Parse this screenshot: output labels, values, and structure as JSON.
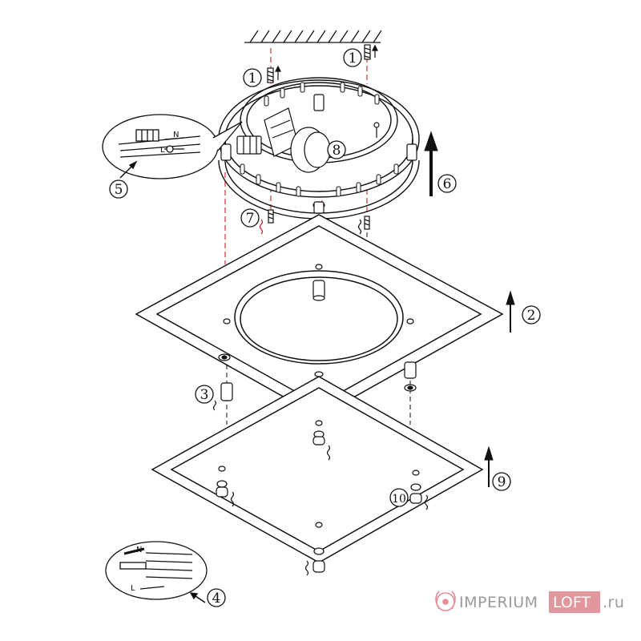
{
  "diagram": {
    "callouts": [
      {
        "id": "c1a",
        "label": "1"
      },
      {
        "id": "c1b",
        "label": "1"
      },
      {
        "id": "c2",
        "label": "2"
      },
      {
        "id": "c3",
        "label": "3"
      },
      {
        "id": "c4",
        "label": "4"
      },
      {
        "id": "c5",
        "label": "5"
      },
      {
        "id": "c6",
        "label": "6"
      },
      {
        "id": "c7",
        "label": "7"
      },
      {
        "id": "c8",
        "label": "8"
      },
      {
        "id": "c9",
        "label": "9"
      },
      {
        "id": "c10",
        "label": "10"
      }
    ],
    "wiring_top": {
      "n": "N",
      "l": "L"
    },
    "wiring_bottom": {
      "n": "N",
      "l": "L"
    }
  },
  "watermark": {
    "brand_a": "IMPERIUM",
    "brand_b": "LOFT",
    "suffix": ".ru"
  }
}
